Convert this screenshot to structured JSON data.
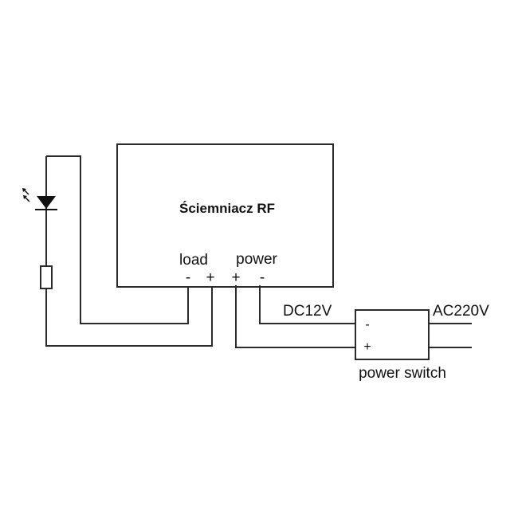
{
  "controller": {
    "title": "Ściemniacz RF",
    "load_label": "load",
    "power_label": "power",
    "load_minus": "-",
    "load_plus": "+",
    "power_plus": "+",
    "power_minus": "-"
  },
  "power_switch": {
    "label": "power switch",
    "minus": "-",
    "plus": "+",
    "input_label": "DC12V",
    "output_label": "AC220V"
  },
  "colors": {
    "line": "#2b2b2b",
    "text": "#111111",
    "background": "#ffffff"
  }
}
